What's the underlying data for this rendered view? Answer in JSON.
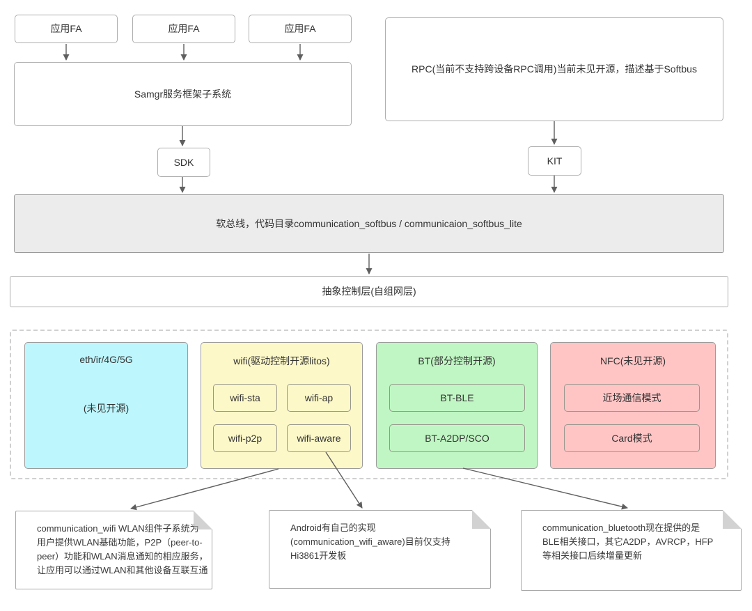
{
  "colors": {
    "eth_fill": "#bdf6fd",
    "wifi_fill": "#fcf8c8",
    "bt_fill": "#c0f6c3",
    "nfc_fill": "#ffc5c5",
    "softbus_fill": "#ececec",
    "box_border": "#aeaeae",
    "arrow": "#5f5f5f"
  },
  "top": {
    "fa_boxes": [
      {
        "label": "应用FA"
      },
      {
        "label": "应用FA"
      },
      {
        "label": "应用FA"
      }
    ],
    "samgr_label": "Samgr服务框架子系统",
    "rpc_label": "RPC(当前不支持跨设备RPC调用)当前未见开源，描述基于Softbus",
    "sdk_label": "SDK",
    "kit_label": "KIT"
  },
  "softbus_label": "软总线，代码目录communication_softbus / communicaion_softbus_lite",
  "abstract_label": "抽象控制层(自组网层)",
  "transports": {
    "eth": {
      "title": "eth/ir/4G/5G",
      "subtitle": "(未见开源)"
    },
    "wifi": {
      "title": "wifi(驱动控制开源litos)",
      "items": [
        "wifi-sta",
        "wifi-ap",
        "wifi-p2p",
        "wifi-aware"
      ]
    },
    "bt": {
      "title": "BT(部分控制开源)",
      "items": [
        "BT-BLE",
        "BT-A2DP/SCO"
      ]
    },
    "nfc": {
      "title": "NFC(未见开源)",
      "items": [
        "近场通信模式",
        "Card模式"
      ]
    }
  },
  "notes": [
    {
      "lines": [
        "communication_wifi WLAN组件子系统为",
        "用户提供WLAN基础功能，P2P（peer-to-",
        "peer）功能和WLAN消息通知的相应服务，",
        "让应用可以通过WLAN和其他设备互联互通"
      ]
    },
    {
      "lines": [
        "Android有自己的实现",
        "(communication_wifi_aware)目前仅支持",
        "Hi3861开发板"
      ]
    },
    {
      "lines": [
        "communication_bluetooth现在提供的是",
        "BLE相关接口，其它A2DP，AVRCP，HFP",
        "等相关接口后续增量更新"
      ]
    }
  ]
}
